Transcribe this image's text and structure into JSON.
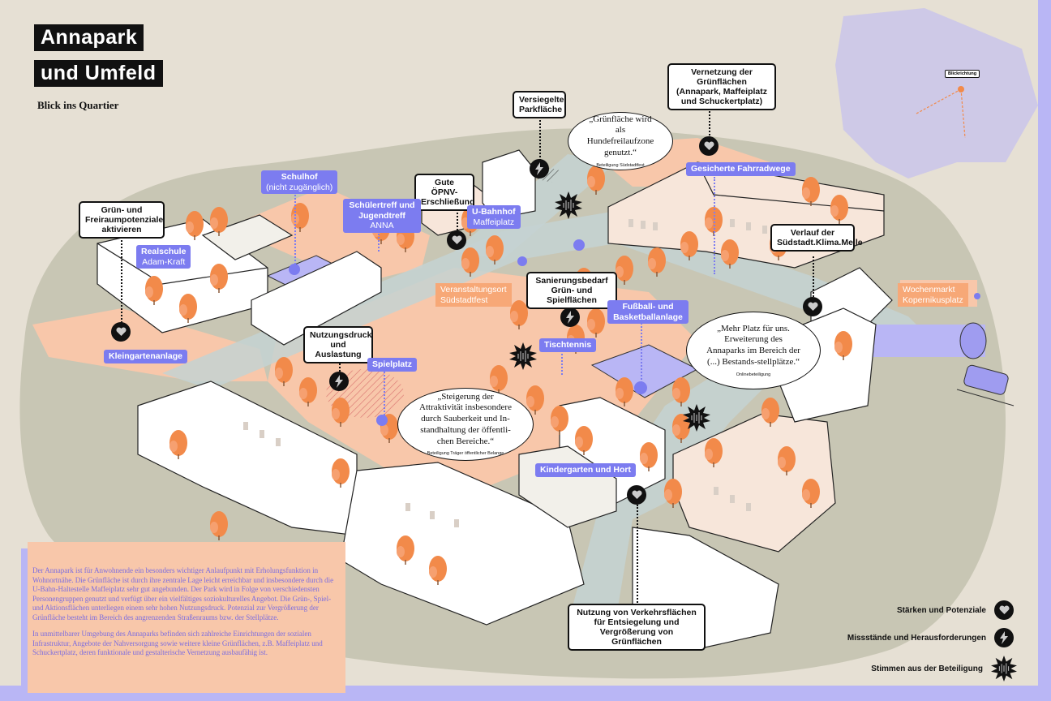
{
  "title": {
    "line1": "Annapark",
    "line2": "und Umfeld"
  },
  "subtitle": "Blick ins Quartier",
  "minimap": {
    "label": "Blickrichtung"
  },
  "callouts": {
    "gruen": "Grün- und Freiraumpotenziale aktivieren",
    "versiegelt": "Versiegelte Parkfläche",
    "oepnv": "Gute ÖPNV-Erschließung",
    "vernetzung": "Vernetzung der Grünflächen (Annapark, Maffeiplatz und Schuckertplatz)",
    "sanierung": "Sanierungsbedarf Grün- und Spielflächen",
    "nutzungsdruck": "Nutzungsdruck und Auslastung",
    "klimameile": "Verlauf der Südstadt.Klima.Meile",
    "verkehr": "Nutzung von Verkehrsflächen für Entsiegelung und Vergrößerung von Grünflächen"
  },
  "places": {
    "schulhof_title": "Schulhof",
    "schulhof_sub": "(nicht zugänglich)",
    "realschule_title": "Realschule",
    "realschule_sub": "Adam-Kraft",
    "schuelertreff_title": "Schülertreff und Jugendtreff",
    "schuelertreff_sub": "ANNA",
    "ubahn_title": "U-Bahnhof",
    "ubahn_sub": "Maffeiplatz",
    "fahrradwege": "Gesicherte Fahrradwege",
    "kleingarten": "Kleingartenanlage",
    "spielplatz": "Spielplatz",
    "tischtennis": "Tischtennis",
    "fussball": "Fußball- und Basketballanlage",
    "kindergarten": "Kindergarten und Hort",
    "veranstaltung_title": "Veranstaltungsort",
    "veranstaltung_sub": "Südstadtfest",
    "wochenmarkt_title": "Wochenmarkt",
    "wochenmarkt_sub": "Kopernikusplatz"
  },
  "quotes": [
    {
      "text": "„Grünfläche wird als Hundefreilaufzone genutzt.“",
      "source": "Beteiligung Südstadtfest"
    },
    {
      "text": "„Mehr Platz für uns. Erweiterung des Annaparks im Bereich der (...) Bestands-stellplätze.“",
      "source": "Onlinebeteiligung"
    },
    {
      "text": "„Steigerung der Attraktivität insbesondere durch Sauberkeit und In-standhaltung der öffentli-chen Bereiche.“",
      "source": "Beteiligung Träger öffentlicher Belange"
    }
  ],
  "info_text": [
    "Der Annapark ist für Anwohnende ein besonders wichtiger Anlaufpunkt mit Erholungsfunktion in Wohnortnähe. Die Grünfläche ist durch ihre zentrale Lage leicht erreichbar und insbesondere durch die U-Bahn-Haltestelle Maffeiplatz sehr gut angebunden. Der Park wird in Folge von verschiedensten Personengruppen genutzt und verfügt über ein vielfältiges soziokulturelles Angebot. Die Grün-, Spiel- und Aktionsflächen unterliegen einem sehr hohen Nutzungsdruck. Potenzial zur Vergrößerung der Grünfläche besteht im Bereich des angrenzenden Straßenraums bzw. der Stellplätze.",
    "In unmittelbarer Umgebung des Annaparks befinden sich zahlreiche Einrichtungen der sozialen Infrastruktur, Angebote der Nahversorgung sowie weitere kleine Grünflächen, z.B. Maffeiplatz und Schuckertplatz, deren funktionale und gestalterische Vernetzung ausbaufähig ist."
  ],
  "legend": [
    {
      "label": "Stärken und Potenziale",
      "icon": "heart-icon"
    },
    {
      "label": "Missstände und Herausforderungen",
      "icon": "lightning-icon"
    },
    {
      "label": "Stimmen aus der Beteiligung",
      "icon": "burst-icon"
    }
  ],
  "colors": {
    "background": "#e6e0d4",
    "accent_blue": "#7c7cf0",
    "accent_orange": "#f28a4a",
    "salmon": "#f8c7aa",
    "dark": "#111111"
  }
}
